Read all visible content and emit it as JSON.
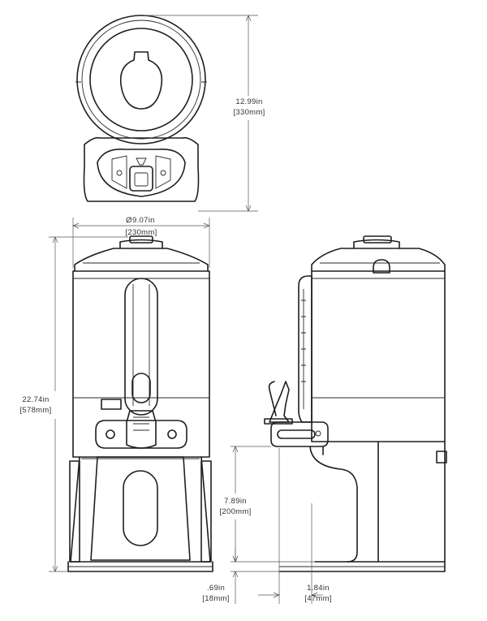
{
  "dimensions": {
    "top_height": {
      "imperial": "12.99in",
      "metric": "[330mm]"
    },
    "diameter": {
      "symbol": "Ø",
      "imperial": "9.07in",
      "metric": "[230mm]"
    },
    "total_height": {
      "imperial": "22.74in",
      "metric": "[578mm]"
    },
    "stand_height": {
      "imperial": "7.89in",
      "metric": "[200mm]"
    },
    "base_offset": {
      "imperial": ".69in",
      "metric": "[18mm]"
    },
    "faucet_reach": {
      "imperial": "1.84in",
      "metric": "[47mm]"
    }
  }
}
